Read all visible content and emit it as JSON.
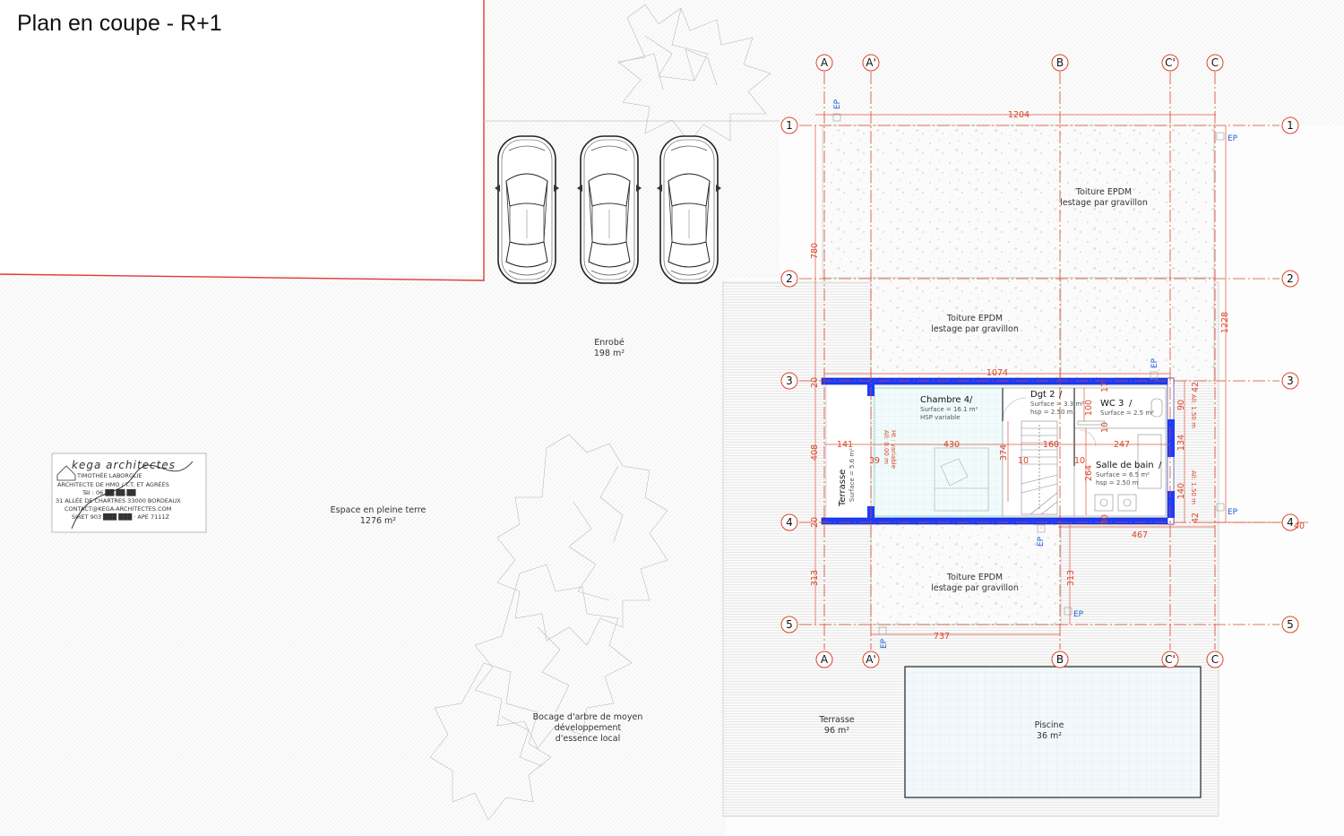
{
  "title": "Plan en coupe - R+1",
  "axes": {
    "columns": [
      "A",
      "A'",
      "B",
      "C'",
      "C"
    ],
    "rows": [
      "1",
      "2",
      "3",
      "4",
      "5"
    ]
  },
  "zones": {
    "roof_top": {
      "name": "Toiture EPDM",
      "sub": "lestage par gravillon"
    },
    "roof_mid": {
      "name": "Toiture EPDM",
      "sub": "lestage par gravillon"
    },
    "roof_bottom": {
      "name": "Toiture EPDM",
      "sub": "lestage par gravillon"
    },
    "enrobe": {
      "name": "Enrobé",
      "area": "198 m²"
    },
    "pleine_terre": {
      "name": "Espace en pleine terre",
      "area": "1276 m²"
    },
    "bocage": {
      "line1": "Bocage d'arbre de moyen",
      "line2": "développement",
      "line3": "d'essence local"
    },
    "terrasse_ext": {
      "name": "Terrasse",
      "area": "96 m²"
    },
    "piscine": {
      "name": "Piscine",
      "area": "36 m²"
    }
  },
  "rooms": {
    "chambre": {
      "name": "Chambre 4",
      "surface": "Surface = 16.1 m²",
      "hsp": "HSP variable"
    },
    "dgt": {
      "name": "Dgt 2",
      "surface": "Surface = 3.3 m²",
      "hsp": "hsp = 2.50 m"
    },
    "wc": {
      "name": "WC 3",
      "surface": "Surface = 2.5 m²"
    },
    "sdb": {
      "name": "Salle de bain",
      "surface": "Surface = 6.5 m²",
      "hsp": "hsp = 2.50 m"
    },
    "terrasse": {
      "name": "Terrasse",
      "surface": "Surface = 5.6 m²"
    }
  },
  "dims": {
    "d1204": "1204",
    "d780": "780",
    "d1228": "1228",
    "d1074": "1074",
    "d408": "408",
    "d141": "141",
    "d430": "430",
    "d160": "160",
    "d247": "247",
    "d374": "374",
    "d39": "39",
    "d10a": "10",
    "d10b": "10",
    "d264": "264",
    "d313a": "313",
    "d313b": "313",
    "d737": "737",
    "d467": "467",
    "d100": "100",
    "d90": "90",
    "d134": "134",
    "d140": "140",
    "d42a": "42",
    "d42b": "42",
    "d20a": "20",
    "d20b": "20",
    "d10c": "10",
    "d40": "40",
    "d30": "30",
    "d17": "17"
  },
  "ep_label": "EP",
  "stamp": {
    "firm": "kega architectes",
    "name": "TIMOTHÉE LABORGLIE",
    "role": "ARCHITECTE DE HMO / T.T. ET AGRÉÉS",
    "tel": "Tél : 06.██.██.██",
    "address": "31 ALLÉE DE CHARTRES 33000 BORDEAUX",
    "contact": "CONTACT@KEGA-ARCHITECTES.COM",
    "siret": "SIRET 903 ███ ███ · APE 7111Z"
  },
  "colors": {
    "axis": "#d9442a",
    "wall": "#1a3cff",
    "ep": "#1f5fd6",
    "property_line": "#e53935"
  }
}
